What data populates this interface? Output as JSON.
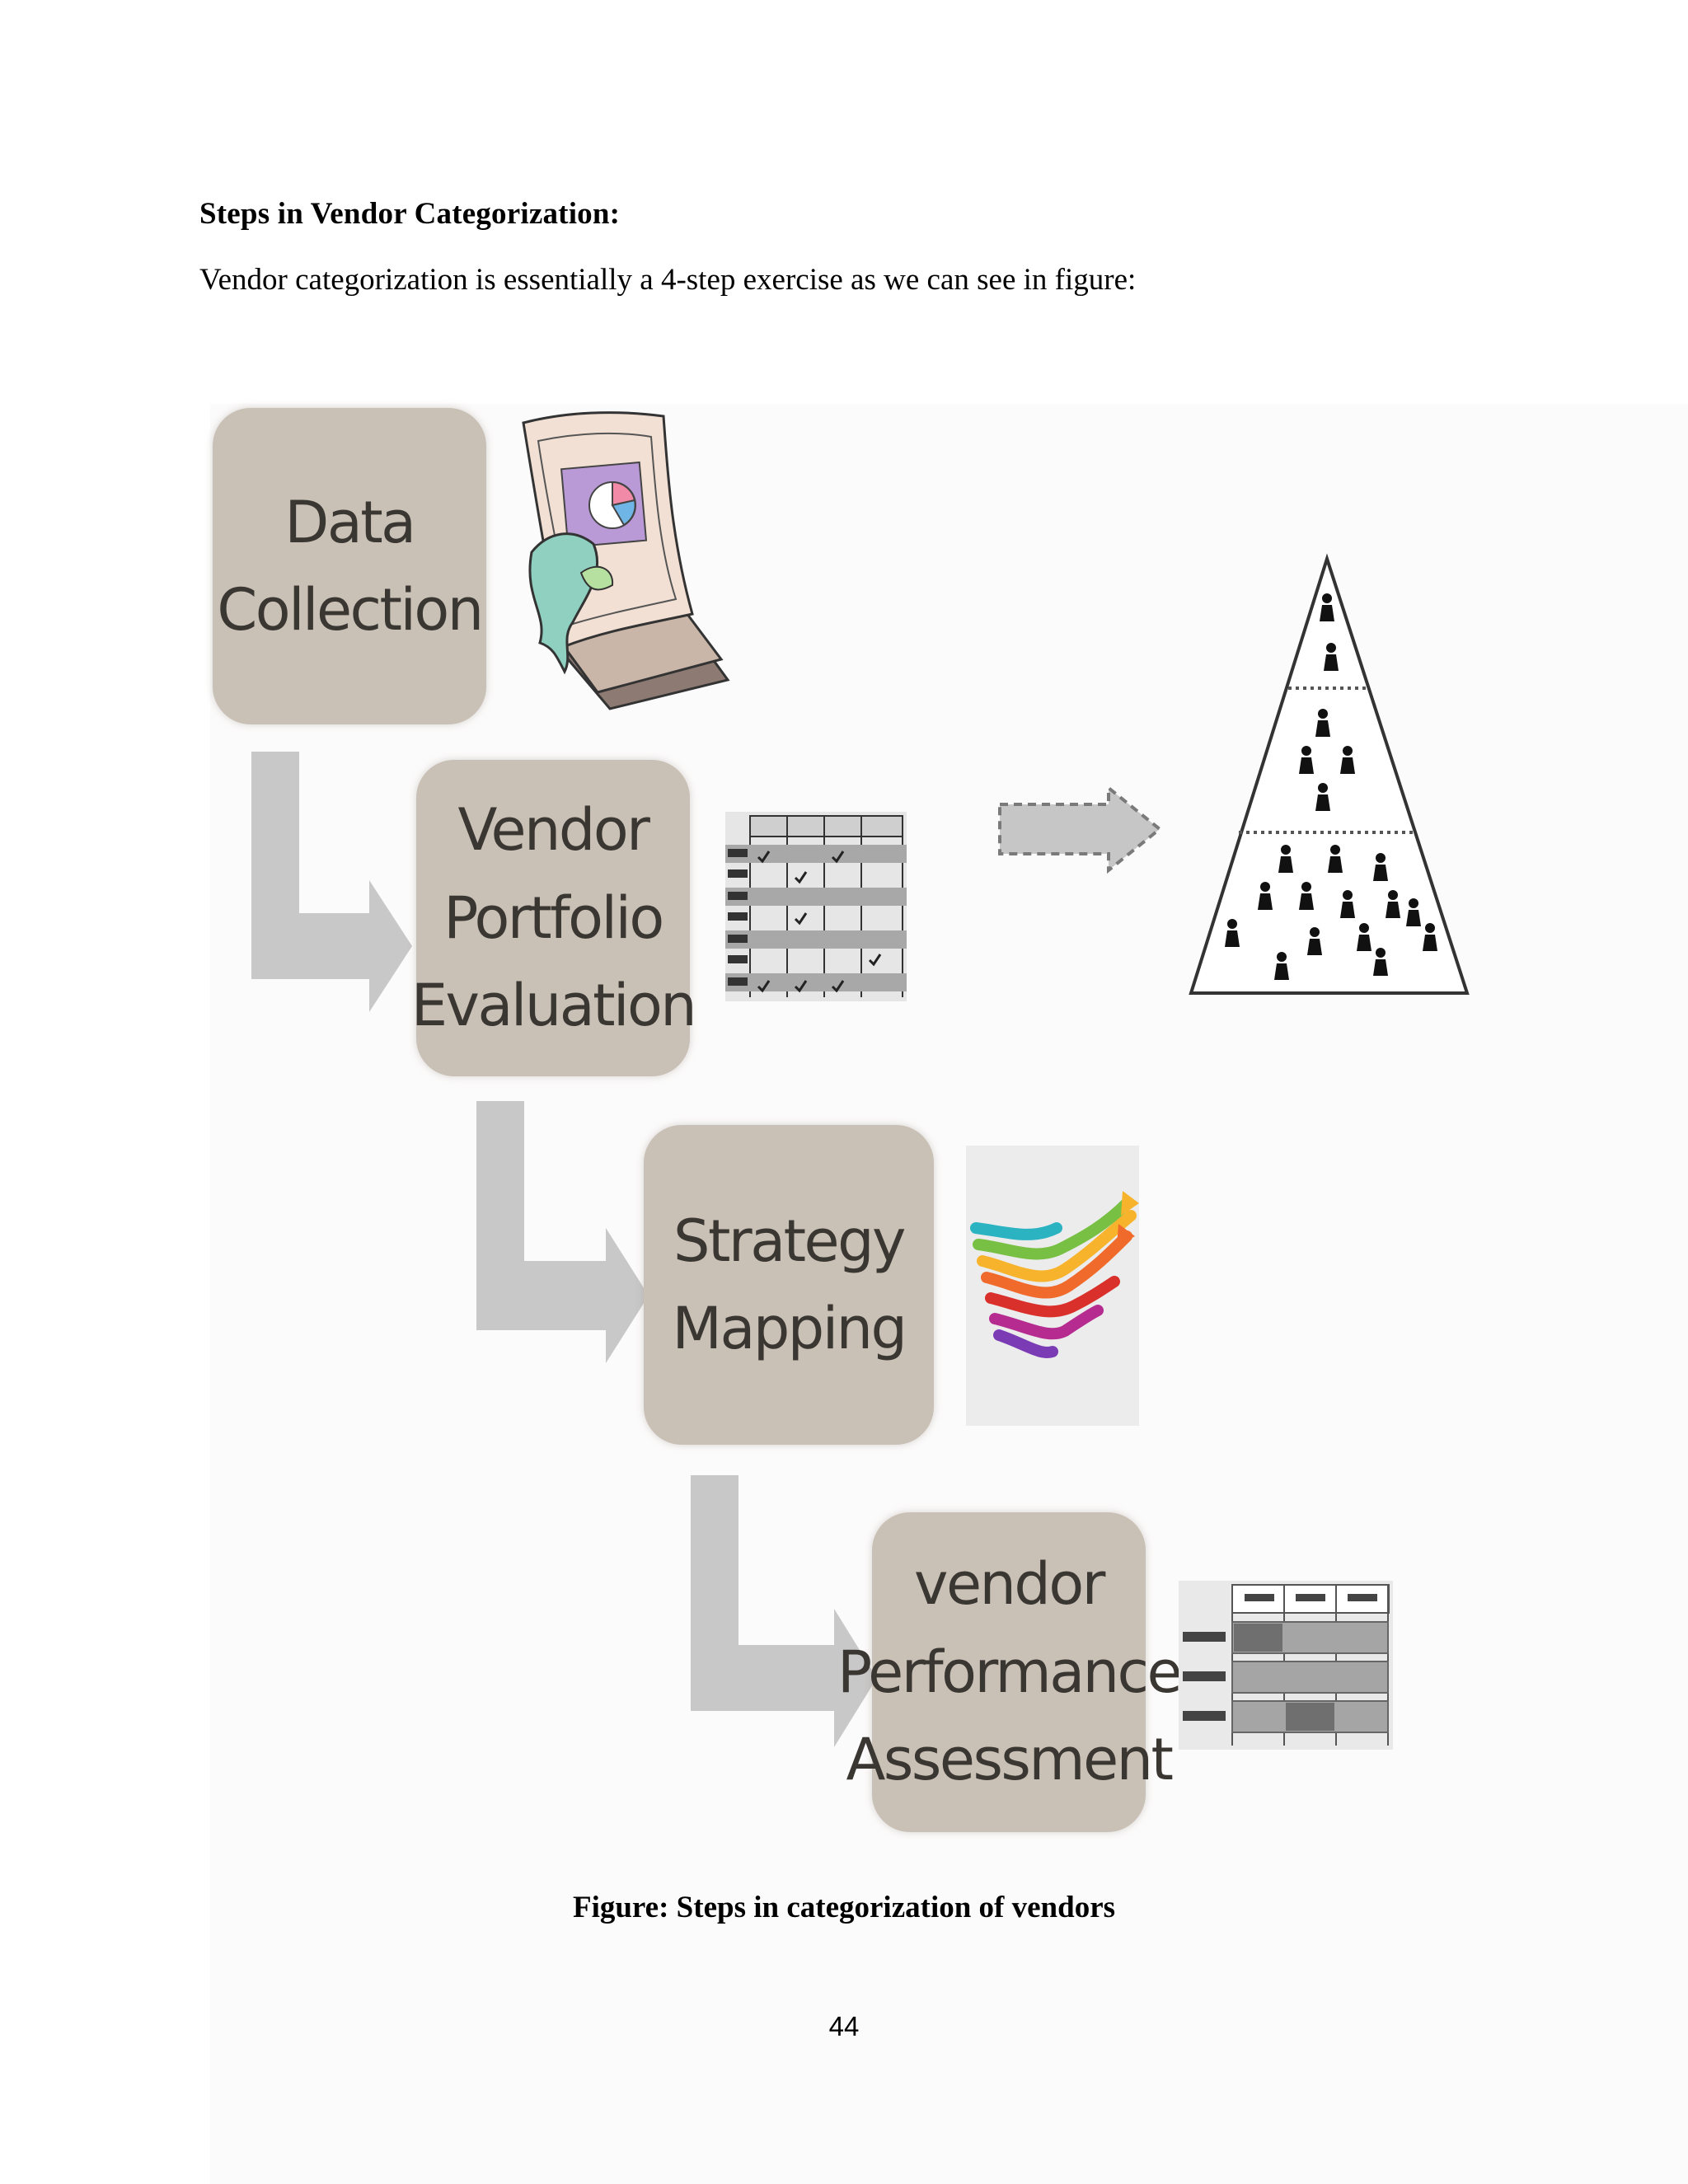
{
  "document": {
    "heading": "Steps in Vendor Categorization:",
    "intro": "Vendor categorization is essentially a 4-step exercise as we can see in figure:",
    "caption": "Figure: Steps in categorization of vendors",
    "page_number": "44"
  },
  "figure": {
    "steps": [
      {
        "lines": [
          "Data",
          "Collection"
        ]
      },
      {
        "lines": [
          "Vendor",
          "Portfolio",
          "Evaluation"
        ]
      },
      {
        "lines": [
          "Strategy",
          "Mapping"
        ]
      },
      {
        "lines": [
          "vendor",
          "Performance",
          "Assessment"
        ]
      }
    ],
    "colors": {
      "box_fill": "#c9c0b6",
      "arrow_fill": "#c8c8c8",
      "text": "#3a3632"
    },
    "icons": {
      "step1": "document-chart-icon",
      "step2": "vendor-table-icon",
      "step3": "strategy-arrows-icon",
      "step4": "performance-table-icon",
      "connector": "block-arrow-icon",
      "result": "vendor-pyramid-icon"
    }
  }
}
